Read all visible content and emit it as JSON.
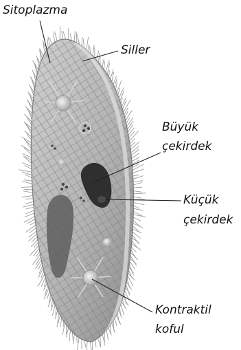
{
  "labels": {
    "sitoplazma": "Sitoplazma",
    "siller": "Siller",
    "buyuk_line1": "Büyük",
    "buyuk_line2": "çekirdek",
    "kucuk_line1": "Küçük",
    "kucuk_line2": "çekirdek",
    "kontraktil_line1": "Kontraktil",
    "kontraktil_line2": "koful"
  },
  "colors": {
    "cell_fill": "#b8b8b8",
    "cell_dark": "#8c8c8c",
    "cilia": "#9a9a9a",
    "macronucleus": "#2f2f2f",
    "oral_groove": "#5e5e5e",
    "leader_line": "#222222",
    "text": "#111111"
  }
}
